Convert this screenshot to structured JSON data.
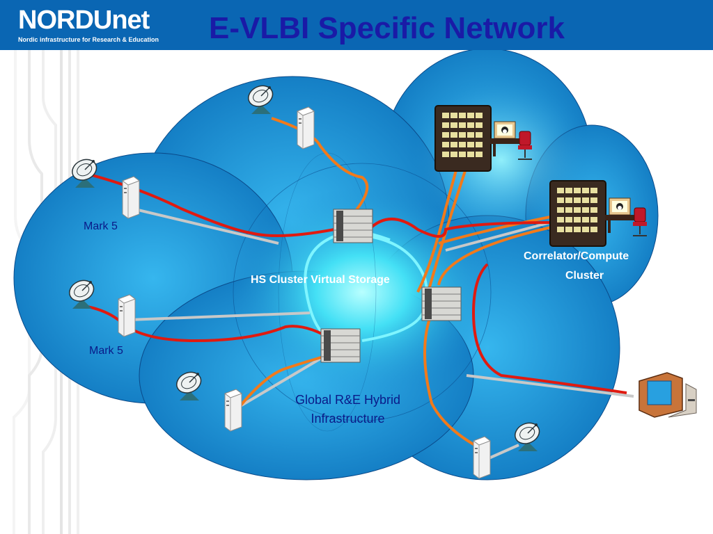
{
  "header": {
    "brand": "NORDUnet",
    "tagline": "Nordic infrastructure for Research & Education",
    "title": "E-VLBI Specific Network"
  },
  "labels": {
    "mark5_top": "Mark 5",
    "mark5_bottom": "Mark 5",
    "hs_cluster": "HS Cluster Virtual Storage",
    "correlator_line1": "Correlator/Compute",
    "correlator_line2": "Cluster",
    "global_line1": "Global R&E Hybrid",
    "global_line2": "Infrastructure"
  },
  "colors": {
    "header_blue": "#0a66b3",
    "title_blue": "#1a1aa6",
    "cloud_blue": "#1e8fd2",
    "cloud_dark": "#0a5e9e",
    "orange_link": "#f27a1a",
    "red_link": "#e01a10",
    "storage_ring": "#7ff5ff"
  },
  "icons": [
    "satellite-dish-icon",
    "server-tower-icon",
    "rack-server-icon",
    "server-rack-cabinet-icon",
    "desktop-computer-icon",
    "workstation-chair-icon"
  ]
}
